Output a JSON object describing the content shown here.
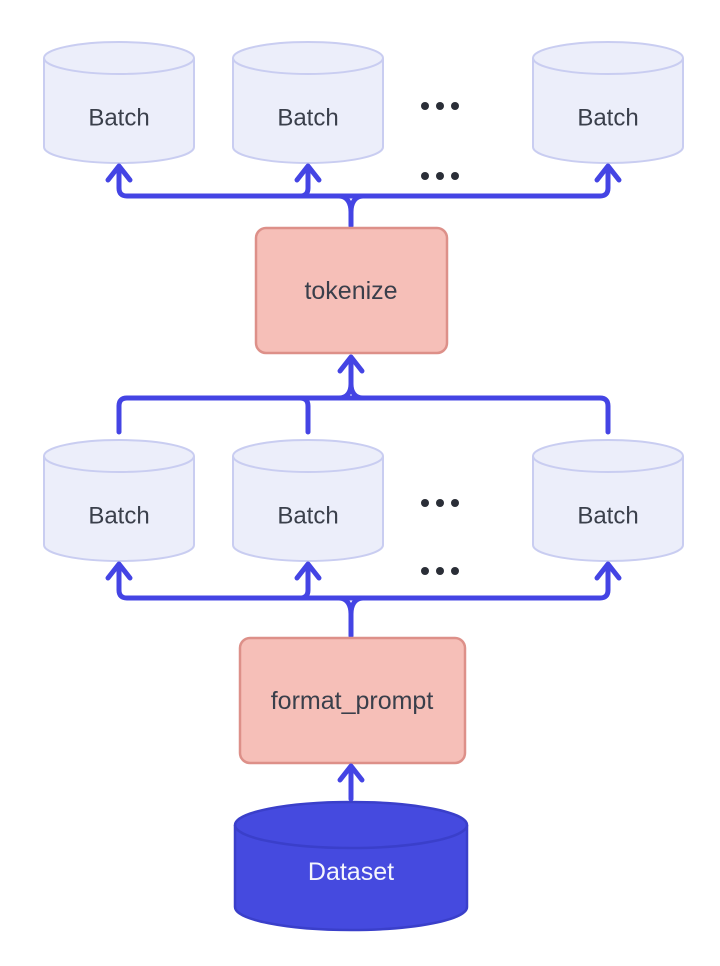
{
  "diagram": {
    "description": "Data preprocessing pipeline: a Dataset is split by format_prompt into many Batches, which are fed through tokenize into many tokenized Batches.",
    "dataset": {
      "label": "Dataset",
      "shape": "cylinder"
    },
    "format_prompt": {
      "label": "format_prompt",
      "shape": "process-box"
    },
    "tokenize": {
      "label": "tokenize",
      "shape": "process-box"
    },
    "middle_batch_row": {
      "items": [
        {
          "label": "Batch"
        },
        {
          "label": "Batch"
        },
        {
          "label": "Batch"
        }
      ],
      "ellipsis_icon": "more-batches-dots"
    },
    "top_batch_row": {
      "items": [
        {
          "label": "Batch"
        },
        {
          "label": "Batch"
        },
        {
          "label": "Batch"
        }
      ],
      "ellipsis_icon": "more-batches-dots"
    },
    "edges": [
      {
        "from": "Dataset",
        "to": "format_prompt"
      },
      {
        "from": "format_prompt",
        "to": "middle Batch cylinders (fan-out)"
      },
      {
        "from": "middle Batch cylinders",
        "to": "tokenize (fan-in)"
      },
      {
        "from": "tokenize",
        "to": "top Batch cylinders (fan-out)"
      }
    ]
  },
  "colors": {
    "background": "#FFFFFF",
    "arrow": "#4444E4",
    "batch-fill": "#ECEEFA",
    "batch-stroke": "#C9CDF1",
    "process-fill": "#F6BFB8",
    "process-stroke": "#DD9089",
    "dataset-fill": "#454ADF",
    "dataset-stroke": "#3A3FCA",
    "label": "#3A3F4B",
    "dataset-label": "#F4F5FC",
    "dots": "#2A2E37"
  }
}
